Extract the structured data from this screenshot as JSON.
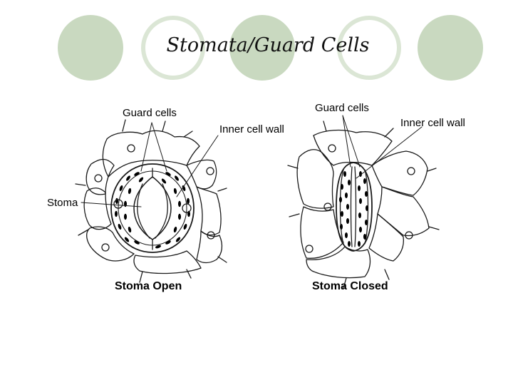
{
  "slide": {
    "title": "Stomata/Guard Cells",
    "palette": {
      "circle_fill": "#c9d9c0",
      "circle_ring": "#dbe6d5",
      "line": "#1a1a1a",
      "dot": "#000000"
    }
  },
  "labels": {
    "guard_cells_left": "Guard cells",
    "guard_cells_right": "Guard cells",
    "inner_wall_left": "Inner cell wall",
    "inner_wall_right": "Inner cell wall",
    "stoma": "Stoma"
  },
  "captions": {
    "open": "Stoma Open",
    "closed": "Stoma Closed"
  }
}
